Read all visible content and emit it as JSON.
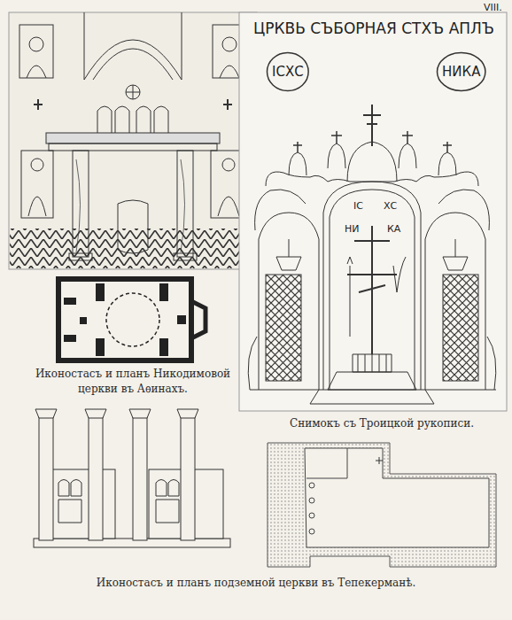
{
  "diagram": {
    "nodes": [
      {
        "text": [
          "ІСХС"
        ]
      },
      {
        "text": [
          "НИКА"
        ]
      }
    ],
    "labels": [
      "VIII.",
      "ЦРКВЬ СЪБОРНАЯ СТХЪ АПЛЪ",
      "ІС",
      "ХС",
      "НИ",
      "КА",
      "Иконостасъ и планъ Никодимовой церкви въ Аѳинахъ.",
      "Снимокъ съ Троицкой рукописи.",
      "Иконостасъ и планъ подземной церкви въ Тепекерманѣ."
    ]
  }
}
